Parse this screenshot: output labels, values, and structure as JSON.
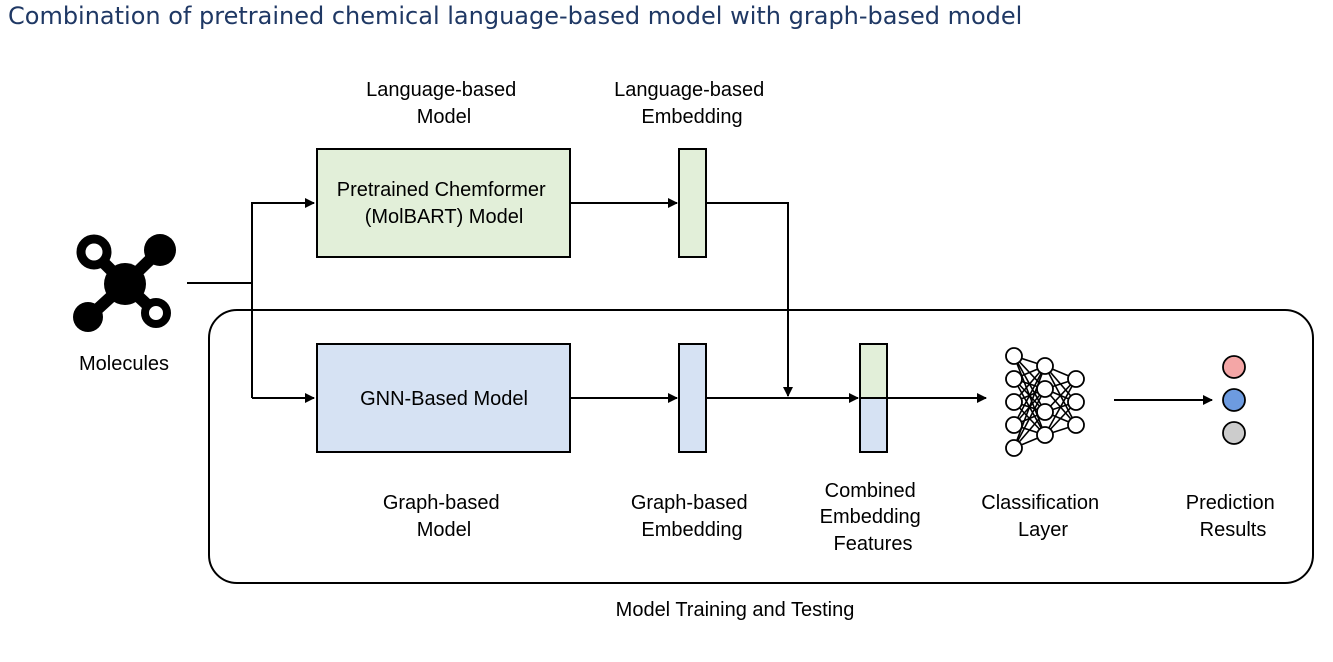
{
  "title": "Combination of pretrained chemical language-based model with graph-based model",
  "labels": {
    "molecules": "Molecules",
    "language_model_header": [
      "Language-based",
      "Model"
    ],
    "language_embedding_header": [
      "Language-based",
      "Embedding"
    ],
    "chemformer_box": [
      "Pretrained Chemformer",
      "(MolBART) Model"
    ],
    "gnn_box": "GNN-Based Model",
    "graph_model": [
      "Graph-based",
      "Model"
    ],
    "graph_embedding": [
      "Graph-based",
      "Embedding"
    ],
    "combined_features": [
      "Combined",
      "Embedding",
      "Features"
    ],
    "classification_layer": [
      "Classification",
      "Layer"
    ],
    "prediction_results": [
      "Prediction",
      "Results"
    ],
    "training_container": "Model Training and Testing"
  },
  "colors": {
    "title": "#1f3864",
    "language_fill": "#e2efd9",
    "graph_fill": "#d6e2f3",
    "prediction_red": "#f4a6a6",
    "prediction_blue": "#6d9be0",
    "prediction_gray": "#cccccc",
    "stroke": "#000000"
  },
  "icons": {
    "molecules": "molecule-icon",
    "classifier": "neural-network-icon"
  }
}
